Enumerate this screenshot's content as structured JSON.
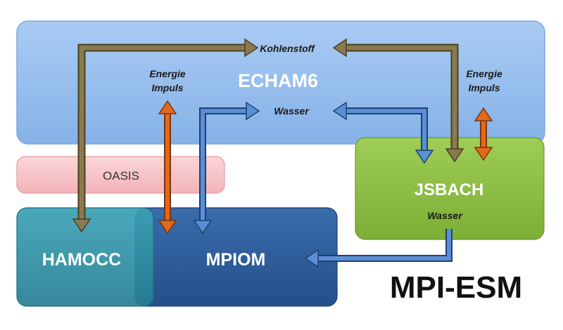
{
  "boxes": {
    "echam": "ECHAM6",
    "oasis": "OASIS",
    "jsbach": "JSBACH",
    "hamocc": "HAMOCC",
    "mpiom": "MPIOM"
  },
  "labels": {
    "kohlenstoff": "Kohlenstoff",
    "energie_left": "Energie",
    "impuls_left": "Impuls",
    "wasser_atm": "Wasser",
    "energie_right": "Energie",
    "impuls_right": "Impuls",
    "wasser_land": "Wasser"
  },
  "title": "MPI-ESM",
  "colors": {
    "echam": "#8db8ec",
    "oasis": "#f8c4c8",
    "jsbach": "#8dc044",
    "hamocc": "#2f8ea3",
    "mpiom": "#2f5f9c",
    "carbon_arrow": "#8a7a50",
    "energy_arrow": "#e2691c",
    "water_arrow": "#5a8fd8"
  }
}
